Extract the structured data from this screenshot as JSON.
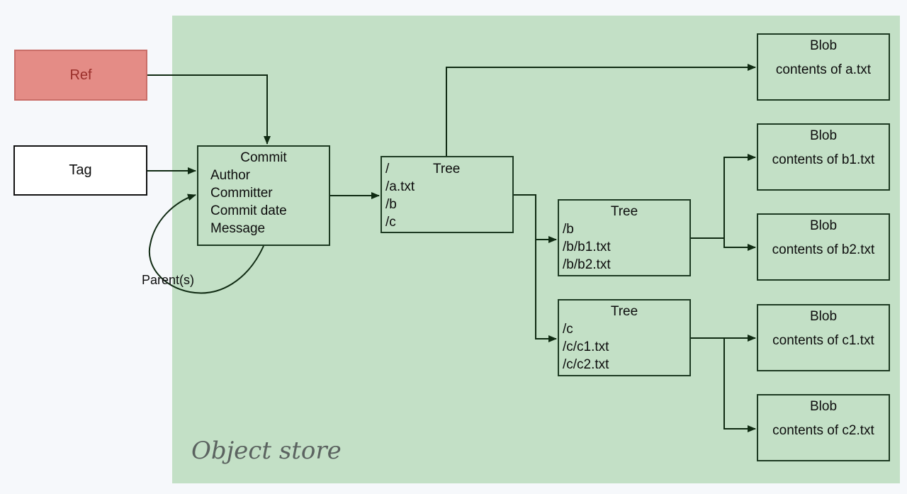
{
  "store": {
    "label": "Object store"
  },
  "ref": {
    "label": "Ref"
  },
  "tag": {
    "label": "Tag"
  },
  "commit": {
    "title": "Commit",
    "fields": [
      "Author",
      "Committer",
      "Commit date",
      "Message"
    ],
    "parent_label": "Parent(s)"
  },
  "trees": {
    "root": {
      "path": "/",
      "title": "Tree",
      "items": [
        "/a.txt",
        "/b",
        "/c"
      ]
    },
    "b": {
      "title": "Tree",
      "items": [
        "/b",
        "/b/b1.txt",
        "/b/b2.txt"
      ]
    },
    "c": {
      "title": "Tree",
      "items": [
        "/c",
        "/c/c1.txt",
        "/c/c2.txt"
      ]
    }
  },
  "blobs": {
    "a": {
      "title": "Blob",
      "content": "contents of a.txt"
    },
    "b1": {
      "title": "Blob",
      "content": "contents of b1.txt"
    },
    "b2": {
      "title": "Blob",
      "content": "contents of b2.txt"
    },
    "c1": {
      "title": "Blob",
      "content": "contents of c1.txt"
    },
    "c2": {
      "title": "Blob",
      "content": "contents of c2.txt"
    }
  },
  "colors": {
    "store_bg": "#c3e0c6",
    "ref_fill": "#e48c86",
    "ref_text": "#9a2f2a",
    "edge": "#0f2a12"
  }
}
